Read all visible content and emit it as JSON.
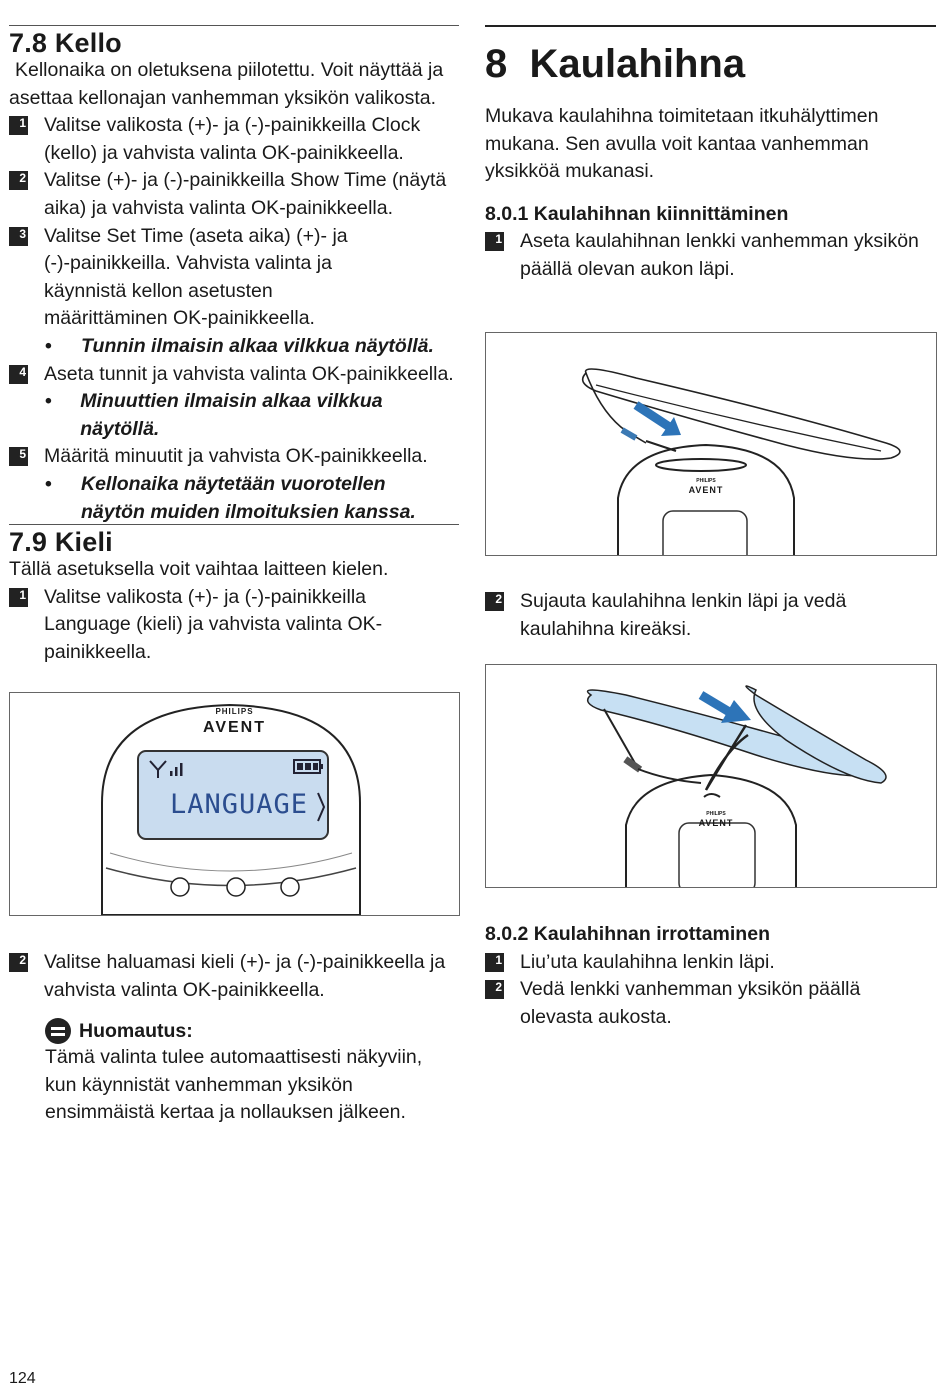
{
  "left": {
    "s78": {
      "heading": "7.8 Kello",
      "intro": "Kellonaika on oletuksena piilotettu. Voit näyttää ja asettaa kellonajan vanhemman yksikön valikosta.",
      "steps": [
        {
          "n": "1",
          "text": "Valitse valikosta (+)- ja (-)-painikkeilla Clock (kello) ja vahvista valinta OK-painikkeella."
        },
        {
          "n": "2",
          "text": "Valitse (+)- ja (-)-painikkeilla Show Time (näytä aika) ja vahvista valinta OK-painikkeella."
        },
        {
          "n": "3",
          "text": "Valitse Set Time (aseta aika) (+)- ja (-)-painikkeilla. Vahvista valinta ja käynnistä kellon asetusten määrittäminen OK-painikkeella."
        },
        {
          "n": "4",
          "text": "Aseta tunnit ja vahvista valinta OK-painikkeella."
        },
        {
          "n": "5",
          "text": "Määritä minuutit ja vahvista OK-painikkeella."
        }
      ],
      "bullets": [
        "Tunnin ilmaisin alkaa vilkkua näytöllä.",
        "Minuuttien ilmaisin alkaa vilkkua näytöllä.",
        "Kellonaika näytetään vuorotellen näytön muiden ilmoituksien kanssa."
      ]
    },
    "s79": {
      "heading": "7.9 Kieli",
      "intro": "Tällä asetuksella voit vaihtaa laitteen kielen.",
      "steps": [
        {
          "n": "1",
          "text": "Valitse valikosta (+)- ja (-)-painikkeilla Language (kieli) ja vahvista valinta OK-painikkeella."
        },
        {
          "n": "2",
          "text": "Valitse haluamasi kieli (+)- ja (-)-painikkeella ja vahvista valinta OK-painikkeella."
        }
      ],
      "device": {
        "brand": "PHILIPS",
        "logo": "AVENT",
        "screen_text": "LANGUAGE"
      }
    },
    "note": {
      "title": "Huomautus:",
      "text": "Tämä valinta tulee automaattisesti näkyviin, kun käynnistät vanhemman yksikön ensimmäistä kertaa ja nollauksen jälkeen."
    }
  },
  "right": {
    "chapter": "8  Kaulahihna",
    "intro": "Mukava kaulahihna toimitetaan itkuhälyttimen mukana. Sen avulla voit kantaa vanhemman yksikköä mukanasi.",
    "sub1": {
      "heading": "8.0.1 Kaulahihnan kiinnittäminen",
      "steps": [
        {
          "n": "1",
          "text": "Aseta kaulahihnan lenkki vanhemman yksikön päällä olevan aukon läpi."
        },
        {
          "n": "2",
          "text": "Sujauta kaulahihna lenkin läpi ja vedä kaulahihna kireäksi."
        }
      ]
    },
    "sub2": {
      "heading": "8.0.2 Kaulahihnan irrottaminen",
      "steps": [
        {
          "n": "1",
          "text": "Liu’uta kaulahihna lenkin läpi."
        },
        {
          "n": "2",
          "text": "Vedä lenkki vanhemman yksikön päällä olevasta aukosta."
        }
      ]
    },
    "fig_brand": "PHILIPS",
    "fig_logo": "AVENT"
  },
  "page_number": "124"
}
